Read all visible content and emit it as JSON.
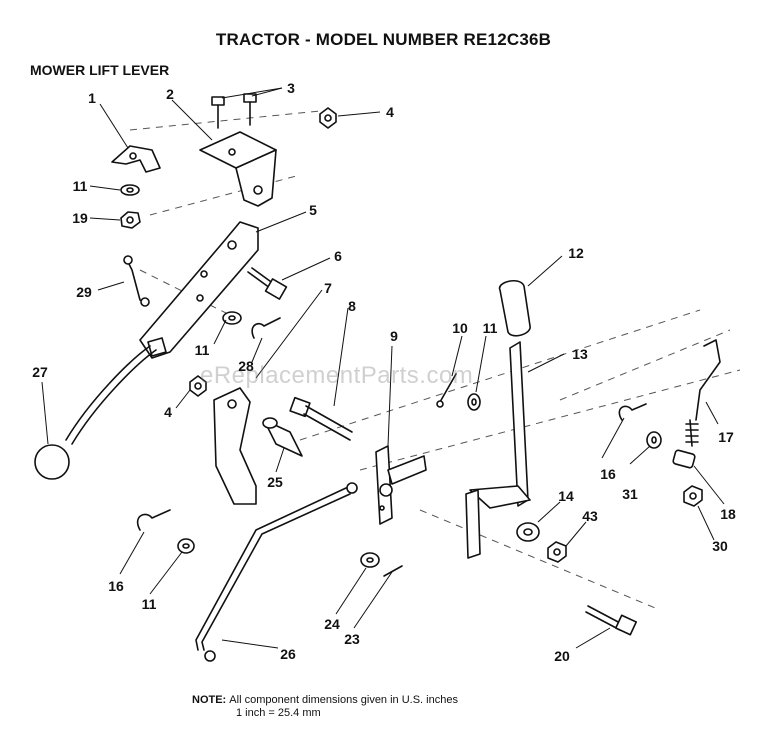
{
  "title": "TRACTOR  - MODEL NUMBER RE12C36B",
  "subtitle": "MOWER LIFT LEVER",
  "watermark": "eReplacementParts.com",
  "note": {
    "label": "NOTE:",
    "line1": "All component dimensions given in U.S. inches",
    "line2": "1 inch = 25.4 mm"
  },
  "callouts": {
    "c1": "1",
    "c2": "2",
    "c3": "3",
    "c4a": "4",
    "c4b": "4",
    "c5": "5",
    "c6": "6",
    "c7": "7",
    "c8": "8",
    "c9": "9",
    "c10": "10",
    "c11a": "11",
    "c11b": "11",
    "c11c": "11",
    "c11d": "11",
    "c12": "12",
    "c13": "13",
    "c14": "14",
    "c16a": "16",
    "c16b": "16",
    "c17": "17",
    "c18": "18",
    "c19": "19",
    "c20": "20",
    "c23": "23",
    "c24": "24",
    "c25": "25",
    "c26": "26",
    "c27": "27",
    "c28": "28",
    "c29": "29",
    "c30": "30",
    "c31": "31",
    "c43": "43"
  }
}
